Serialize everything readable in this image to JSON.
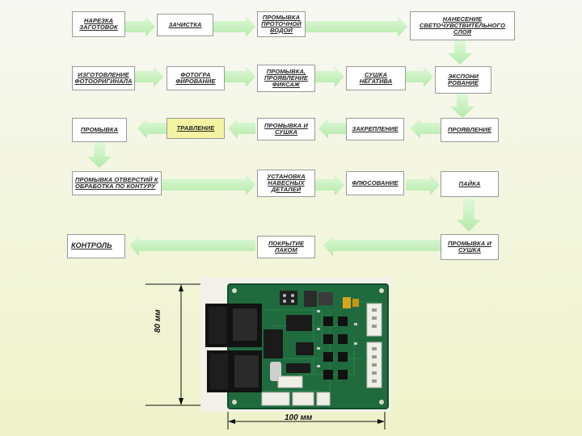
{
  "steps": [
    {
      "id": "cutting",
      "label": "НАРЕЗКА ЗАГОТОВОК"
    },
    {
      "id": "cleaning",
      "label": "ЗАЧИСТКА"
    },
    {
      "id": "rinse-water",
      "label": "ПРОМЫВКА ПРОТОЧНОЙ ВОДОЙ"
    },
    {
      "id": "photoresist",
      "label": "НАНЕСЕНИЕ СВЕТОЧУВСТВИТЕЛЬНОГО СЛОЯ"
    },
    {
      "id": "photomaster",
      "label": "ИЗГОТОВЛЕНИЕ ФОТООРИГИНАЛА"
    },
    {
      "id": "photoplotting",
      "label": "ФОТОГРА ФИРОВАНИЕ"
    },
    {
      "id": "rinse-develop-fix",
      "label": "ПРОМЫВКА, ПРОЯВЛЕНИЕ ФИКСАЖ"
    },
    {
      "id": "negative-drying",
      "label": "СУШКА НЕГАТИВА"
    },
    {
      "id": "exposure",
      "label": "ЭКСПОНИ РОВАНИЕ"
    },
    {
      "id": "rinse-1",
      "label": "ПРОМЫВКА"
    },
    {
      "id": "etching",
      "label": "ТРАВЛЕНИЕ"
    },
    {
      "id": "rinse-dry",
      "label": "ПРОМЫВКА И СУШКА"
    },
    {
      "id": "fixing",
      "label": "ЗАКРЕПЛЕНИЕ"
    },
    {
      "id": "developing",
      "label": "ПРОЯВЛЕНИЕ"
    },
    {
      "id": "hole-rinse",
      "label": "ПРОМЫВКА ОТВЕРСТИЙ К ОБРАБОТКА ПО КОНТУРУ"
    },
    {
      "id": "mounting",
      "label": "УСТАНОВКА НАВЕСНЫХ ДЕТАЛЕЙ"
    },
    {
      "id": "fluxing",
      "label": "ФЛЮСОВАНИЕ"
    },
    {
      "id": "soldering",
      "label": "ПАЙКА"
    },
    {
      "id": "control",
      "label": "КОНТРОЛЬ"
    },
    {
      "id": "coating",
      "label": "ПОКРЫТИЕ ЛАКОМ"
    },
    {
      "id": "rinse-dry-2",
      "label": "ПРОМЫВКА И СУШКА"
    }
  ],
  "dimensions": {
    "height_label": "80 мм",
    "width_label": "100 мм"
  },
  "colors": {
    "arrow": "#c8f5c0",
    "arrow_edge": "#b0e8a8",
    "highlight": "#f3f3a2",
    "board": "#1f6b3e"
  }
}
